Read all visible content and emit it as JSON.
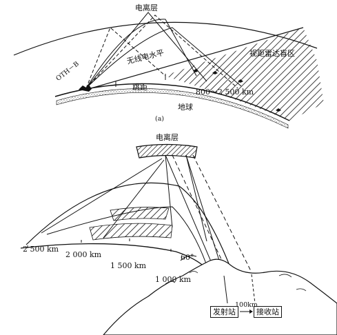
{
  "top": {
    "ionosphere": "电离层",
    "radio_horizon": "无线电水平",
    "blind_zone": "视距雷达盲区",
    "skip": "跳距",
    "range": "800～2 500 km",
    "earth": "地球",
    "system": "OTH－B",
    "caption": "(a)"
  },
  "bottom": {
    "ionosphere": "电离层",
    "r2500": "2 500 km",
    "r2000": "2 000 km",
    "r1500": "1 500 km",
    "r1000": "1 000 km",
    "angle": "60°",
    "separation": "100km",
    "tx_station": "发射站",
    "rx_station": "接收站"
  }
}
